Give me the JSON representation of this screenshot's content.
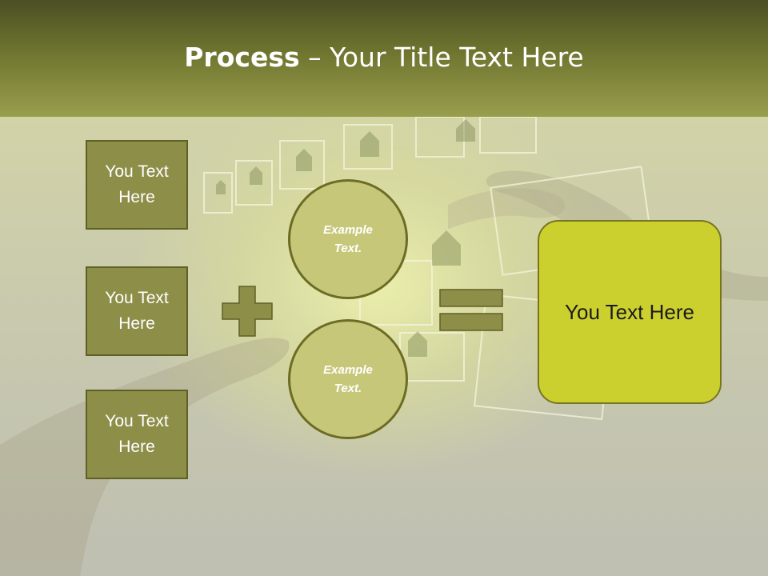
{
  "slide": {
    "title_bold": "Process",
    "title_rest": " – Your Title Text Here"
  },
  "inputs": [
    {
      "label": "You Text Here"
    },
    {
      "label": "You Text Here"
    },
    {
      "label": "You Text Here"
    }
  ],
  "examples": [
    {
      "label": "Example Text."
    },
    {
      "label": "Example Text."
    }
  ],
  "operators": {
    "plus": "plus-icon",
    "equals": "equals-icon"
  },
  "result": {
    "label": "You Text Here"
  },
  "colors": {
    "header_top": "#4b4f25",
    "header_bottom": "#999e4d",
    "box_fill": "#8d8e48",
    "box_border": "#5f6026",
    "circle_fill": "#c7c77a",
    "circle_border": "#6d6c25",
    "result_fill": "#ccd02f",
    "operator_fill": "#8d8e48"
  }
}
